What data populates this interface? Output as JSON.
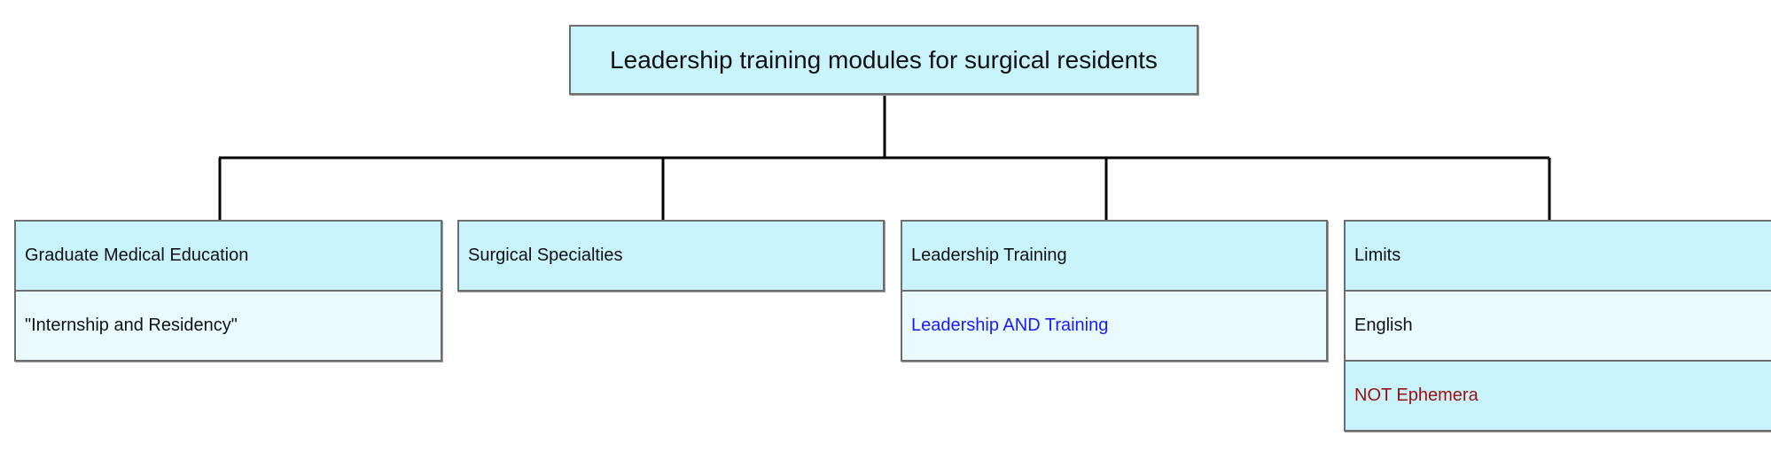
{
  "root": {
    "label": "Leadership training modules for surgical residents"
  },
  "columns": [
    {
      "header": "Graduate Medical Education",
      "rows": [
        {
          "text": "\"Internship and Residency\""
        }
      ]
    },
    {
      "header": "Surgical Specialties",
      "rows": []
    },
    {
      "header": "Leadership Training",
      "rows": [
        {
          "text": "Leadership AND Training"
        }
      ]
    },
    {
      "header": "Limits",
      "rows": [
        {
          "text": "English"
        },
        {
          "text": "NOT Ephemera"
        }
      ]
    }
  ],
  "colors": {
    "box_fill": "#c8f3fb",
    "row_fill": "#e9fbfe",
    "border": "#6e6e6e",
    "query_text": "#1a1aff",
    "negation_text": "#9b1010"
  }
}
